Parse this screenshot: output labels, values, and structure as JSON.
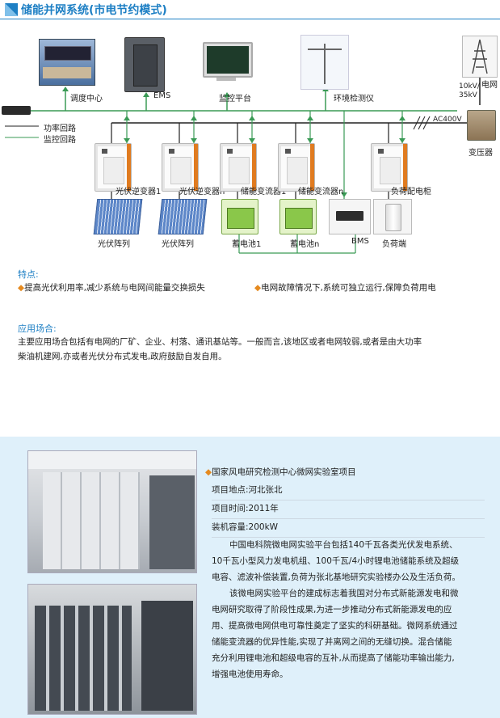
{
  "header": {
    "title": "储能并网系统(市电节约模式)"
  },
  "diagram": {
    "top_devices": {
      "dispatch": "调度中心",
      "ems": "EMS",
      "monitor": "监控平台",
      "env": "环境检测仪",
      "grid": "电网"
    },
    "voltage": "10kV/\n35kV",
    "ac_label": "AC400V",
    "transformer": "变压器",
    "legend": {
      "power": "功率回路",
      "monitor": "监控回路"
    },
    "cabinets": {
      "pv_inv_1": "光伏逆变器1",
      "pv_inv_n": "光伏逆变器n",
      "pcs_1": "储能变流器1",
      "pcs_n": "储能变流器n",
      "load_cabinet": "负荷配电柜"
    },
    "bottom": {
      "pv_array_1": "光伏阵列",
      "pv_array_2": "光伏阵列",
      "battery_1": "蓄电池1",
      "battery_n": "蓄电池n",
      "bms": "BMS",
      "load": "负荷端"
    },
    "colors": {
      "power_line": "#222222",
      "monitor_line": "#3a9a55",
      "accent": "#1d7fc4"
    }
  },
  "features": {
    "heading": "特点:",
    "items": [
      "提高光伏利用率,减少系统与电网间能量交换损失",
      "电网故障情况下,系统可独立运行,保障负荷用电"
    ]
  },
  "application": {
    "heading": "应用场合:",
    "lines": [
      "主要应用场合包括有电网的厂矿、企业、村落、通讯基站等。一般而言,该地区或者电网较弱,或者是由大功率",
      "柴油机建网,亦或者光伏分布式发电,政府鼓励自发自用。"
    ]
  },
  "project": {
    "title": "国家风电研究检测中心微网实验室项目",
    "location": "项目地点:河北张北",
    "time": "项目时间:2011年",
    "capacity": "装机容量:200kW",
    "paragraph": [
      "中国电科院微电网实验平台包括140千瓦各类光伏发电系统、",
      "10千瓦小型风力发电机组、100千瓦/4小时锂电池储能系统及超级",
      "电容、滤波补偿装置,负荷为张北基地研究实验楼办公及生活负荷。",
      "该微电网实验平台的建成标志着我国对分布式新能源发电和微",
      "电网研究取得了阶段性成果,为进一步推动分布式新能源发电的应",
      "用、提高微电网供电可靠性奠定了坚实的科研基础。微网系统通过",
      "储能变流器的优异性能,实现了并离网之间的无缝切换。混合储能",
      "充分利用锂电池和超级电容的互补,从而提高了储能功率输出能力,",
      "增强电池使用寿命。"
    ]
  }
}
